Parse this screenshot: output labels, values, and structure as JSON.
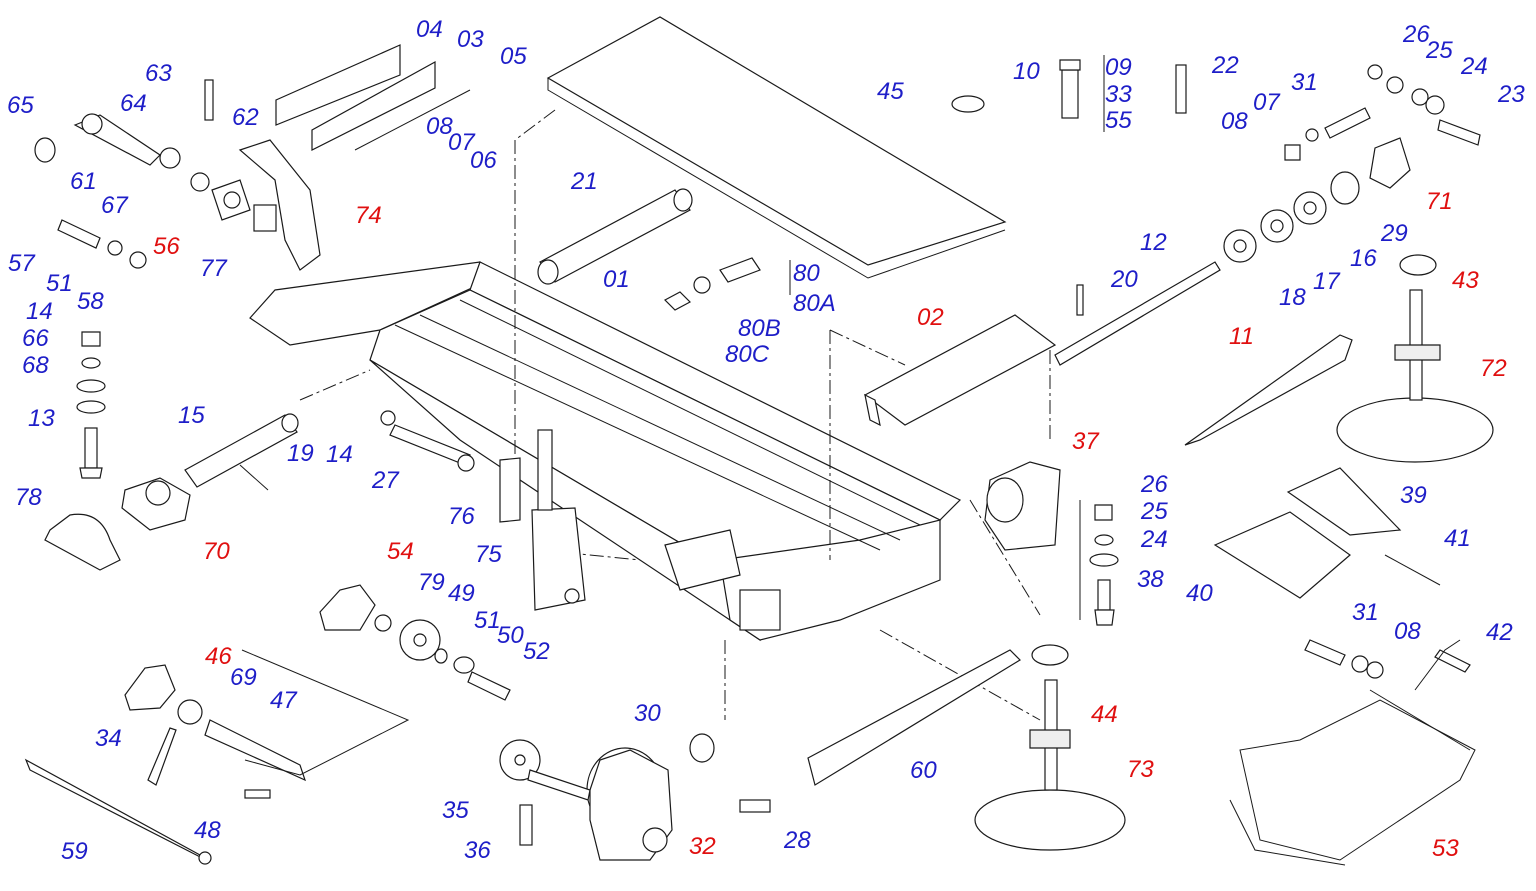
{
  "colors": {
    "std": "#1e1ec8",
    "assembly": "#e01010",
    "line": "#1a1a1a"
  },
  "labels": [
    {
      "id": "04",
      "text": "04",
      "kind": "std"
    },
    {
      "id": "03",
      "text": "03",
      "kind": "std"
    },
    {
      "id": "05",
      "text": "05",
      "kind": "std"
    },
    {
      "id": "63",
      "text": "63",
      "kind": "std"
    },
    {
      "id": "64",
      "text": "64",
      "kind": "std"
    },
    {
      "id": "65",
      "text": "65",
      "kind": "std"
    },
    {
      "id": "62",
      "text": "62",
      "kind": "std"
    },
    {
      "id": "61",
      "text": "61",
      "kind": "std"
    },
    {
      "id": "67",
      "text": "67",
      "kind": "std"
    },
    {
      "id": "08a",
      "text": "08",
      "kind": "std"
    },
    {
      "id": "07a",
      "text": "07",
      "kind": "std"
    },
    {
      "id": "06",
      "text": "06",
      "kind": "std"
    },
    {
      "id": "74",
      "text": "74",
      "kind": "assembly"
    },
    {
      "id": "57",
      "text": "57",
      "kind": "std"
    },
    {
      "id": "56",
      "text": "56",
      "kind": "assembly"
    },
    {
      "id": "77",
      "text": "77",
      "kind": "std"
    },
    {
      "id": "51a",
      "text": "51",
      "kind": "std"
    },
    {
      "id": "58",
      "text": "58",
      "kind": "std"
    },
    {
      "id": "14a",
      "text": "14",
      "kind": "std"
    },
    {
      "id": "66",
      "text": "66",
      "kind": "std"
    },
    {
      "id": "68",
      "text": "68",
      "kind": "std"
    },
    {
      "id": "13",
      "text": "13",
      "kind": "std"
    },
    {
      "id": "15",
      "text": "15",
      "kind": "std"
    },
    {
      "id": "19",
      "text": "19",
      "kind": "std"
    },
    {
      "id": "14b",
      "text": "14",
      "kind": "std"
    },
    {
      "id": "27",
      "text": "27",
      "kind": "std"
    },
    {
      "id": "78",
      "text": "78",
      "kind": "std"
    },
    {
      "id": "70",
      "text": "70",
      "kind": "assembly"
    },
    {
      "id": "21",
      "text": "21",
      "kind": "std"
    },
    {
      "id": "01",
      "text": "01",
      "kind": "std"
    },
    {
      "id": "45",
      "text": "45",
      "kind": "std"
    },
    {
      "id": "80",
      "text": "80",
      "kind": "std"
    },
    {
      "id": "80A",
      "text": "80A",
      "kind": "std"
    },
    {
      "id": "80B",
      "text": "80B",
      "kind": "std"
    },
    {
      "id": "80C",
      "text": "80C",
      "kind": "std"
    },
    {
      "id": "10",
      "text": "10",
      "kind": "std"
    },
    {
      "id": "09",
      "text": "09",
      "kind": "std"
    },
    {
      "id": "33",
      "text": "33",
      "kind": "std"
    },
    {
      "id": "55",
      "text": "55",
      "kind": "std"
    },
    {
      "id": "22",
      "text": "22",
      "kind": "std"
    },
    {
      "id": "26a",
      "text": "26",
      "kind": "std"
    },
    {
      "id": "25a",
      "text": "25",
      "kind": "std"
    },
    {
      "id": "24a",
      "text": "24",
      "kind": "std"
    },
    {
      "id": "23",
      "text": "23",
      "kind": "std"
    },
    {
      "id": "31a",
      "text": "31",
      "kind": "std"
    },
    {
      "id": "07b",
      "text": "07",
      "kind": "std"
    },
    {
      "id": "08b",
      "text": "08",
      "kind": "std"
    },
    {
      "id": "71",
      "text": "71",
      "kind": "assembly"
    },
    {
      "id": "29",
      "text": "29",
      "kind": "std"
    },
    {
      "id": "16",
      "text": "16",
      "kind": "std"
    },
    {
      "id": "17",
      "text": "17",
      "kind": "std"
    },
    {
      "id": "18",
      "text": "18",
      "kind": "std"
    },
    {
      "id": "12",
      "text": "12",
      "kind": "std"
    },
    {
      "id": "20",
      "text": "20",
      "kind": "std"
    },
    {
      "id": "02",
      "text": "02",
      "kind": "assembly"
    },
    {
      "id": "43",
      "text": "43",
      "kind": "assembly"
    },
    {
      "id": "11",
      "text": "11",
      "kind": "assembly"
    },
    {
      "id": "72",
      "text": "72",
      "kind": "assembly"
    },
    {
      "id": "37",
      "text": "37",
      "kind": "assembly"
    },
    {
      "id": "26b",
      "text": "26",
      "kind": "std"
    },
    {
      "id": "25b",
      "text": "25",
      "kind": "std"
    },
    {
      "id": "24b",
      "text": "24",
      "kind": "std"
    },
    {
      "id": "38",
      "text": "38",
      "kind": "std"
    },
    {
      "id": "39",
      "text": "39",
      "kind": "std"
    },
    {
      "id": "41",
      "text": "41",
      "kind": "std"
    },
    {
      "id": "40",
      "text": "40",
      "kind": "std"
    },
    {
      "id": "76",
      "text": "76",
      "kind": "std"
    },
    {
      "id": "75",
      "text": "75",
      "kind": "std"
    },
    {
      "id": "54",
      "text": "54",
      "kind": "assembly"
    },
    {
      "id": "79",
      "text": "79",
      "kind": "std"
    },
    {
      "id": "49",
      "text": "49",
      "kind": "std"
    },
    {
      "id": "51b",
      "text": "51",
      "kind": "std"
    },
    {
      "id": "50",
      "text": "50",
      "kind": "std"
    },
    {
      "id": "52",
      "text": "52",
      "kind": "std"
    },
    {
      "id": "46",
      "text": "46",
      "kind": "assembly"
    },
    {
      "id": "69",
      "text": "69",
      "kind": "std"
    },
    {
      "id": "47",
      "text": "47",
      "kind": "std"
    },
    {
      "id": "34",
      "text": "34",
      "kind": "std"
    },
    {
      "id": "48",
      "text": "48",
      "kind": "std"
    },
    {
      "id": "59",
      "text": "59",
      "kind": "std"
    },
    {
      "id": "30",
      "text": "30",
      "kind": "std"
    },
    {
      "id": "35",
      "text": "35",
      "kind": "std"
    },
    {
      "id": "36",
      "text": "36",
      "kind": "std"
    },
    {
      "id": "32",
      "text": "32",
      "kind": "assembly"
    },
    {
      "id": "28",
      "text": "28",
      "kind": "std"
    },
    {
      "id": "60",
      "text": "60",
      "kind": "std"
    },
    {
      "id": "44",
      "text": "44",
      "kind": "assembly"
    },
    {
      "id": "73",
      "text": "73",
      "kind": "assembly"
    },
    {
      "id": "31b",
      "text": "31",
      "kind": "std"
    },
    {
      "id": "08c",
      "text": "08",
      "kind": "std"
    },
    {
      "id": "42",
      "text": "42",
      "kind": "std"
    },
    {
      "id": "53",
      "text": "53",
      "kind": "assembly"
    }
  ]
}
